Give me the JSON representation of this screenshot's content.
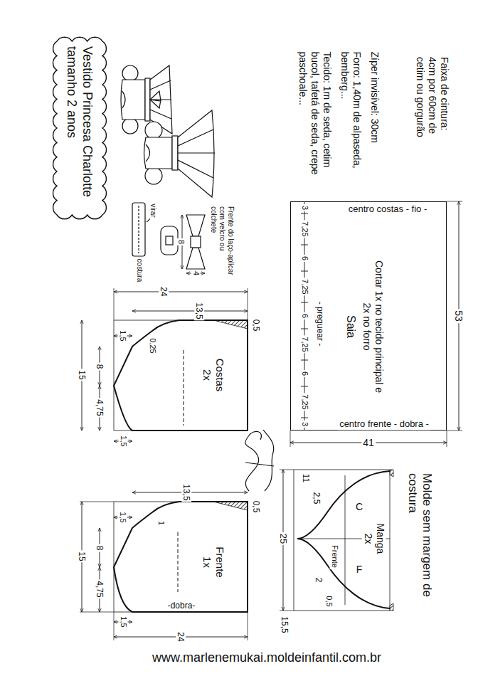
{
  "diagram": {
    "title": "Vestido Princesa Charlotte tamanho 2 anos",
    "nodes": [
      {
        "text": [
          "Frente 1x"
        ]
      },
      {
        "text": [
          "Costas 2x"
        ]
      },
      {
        "text": [
          "Manga 2x"
        ]
      },
      {
        "text": [
          "Saia",
          "Cortar 1x no tecido principal e 2x no forro"
        ]
      }
    ],
    "labels": [
      "Tecido: 1m de seda, cetim bucol, tafetá de seda, crepe paschoale...",
      "Forro: 1,40m de alpaseda, bemberg...",
      "Zíper invisível: 30cm",
      "Faixa de cintura: 4cm por 60cm de cetim ou gorgurão",
      "virar",
      "costura",
      "8",
      "4",
      "Frente do laço-aplicar com velcro ou colchete",
      "24",
      "13,5",
      "0,5",
      "1,5",
      "0,25",
      "15",
      "8",
      "4,75",
      "1,5",
      "13,5",
      "0,5",
      "1,5",
      "1",
      "15",
      "8",
      "4,75",
      "-dobra-",
      "1,5",
      "24",
      "centro costas - fio -",
      "3",
      "7,25",
      "6",
      "7,25",
      "6",
      "7,25",
      "6",
      "7,25",
      "3",
      "- preguear -",
      "centro frente - dobra -",
      "53",
      "41",
      "11",
      "2,5",
      "Frente",
      "2",
      "0,5",
      "C",
      "F",
      "25",
      "15,5",
      "Molde sem margem de costura",
      "www.marlenemukai.moldeinfantil.com.br"
    ]
  }
}
